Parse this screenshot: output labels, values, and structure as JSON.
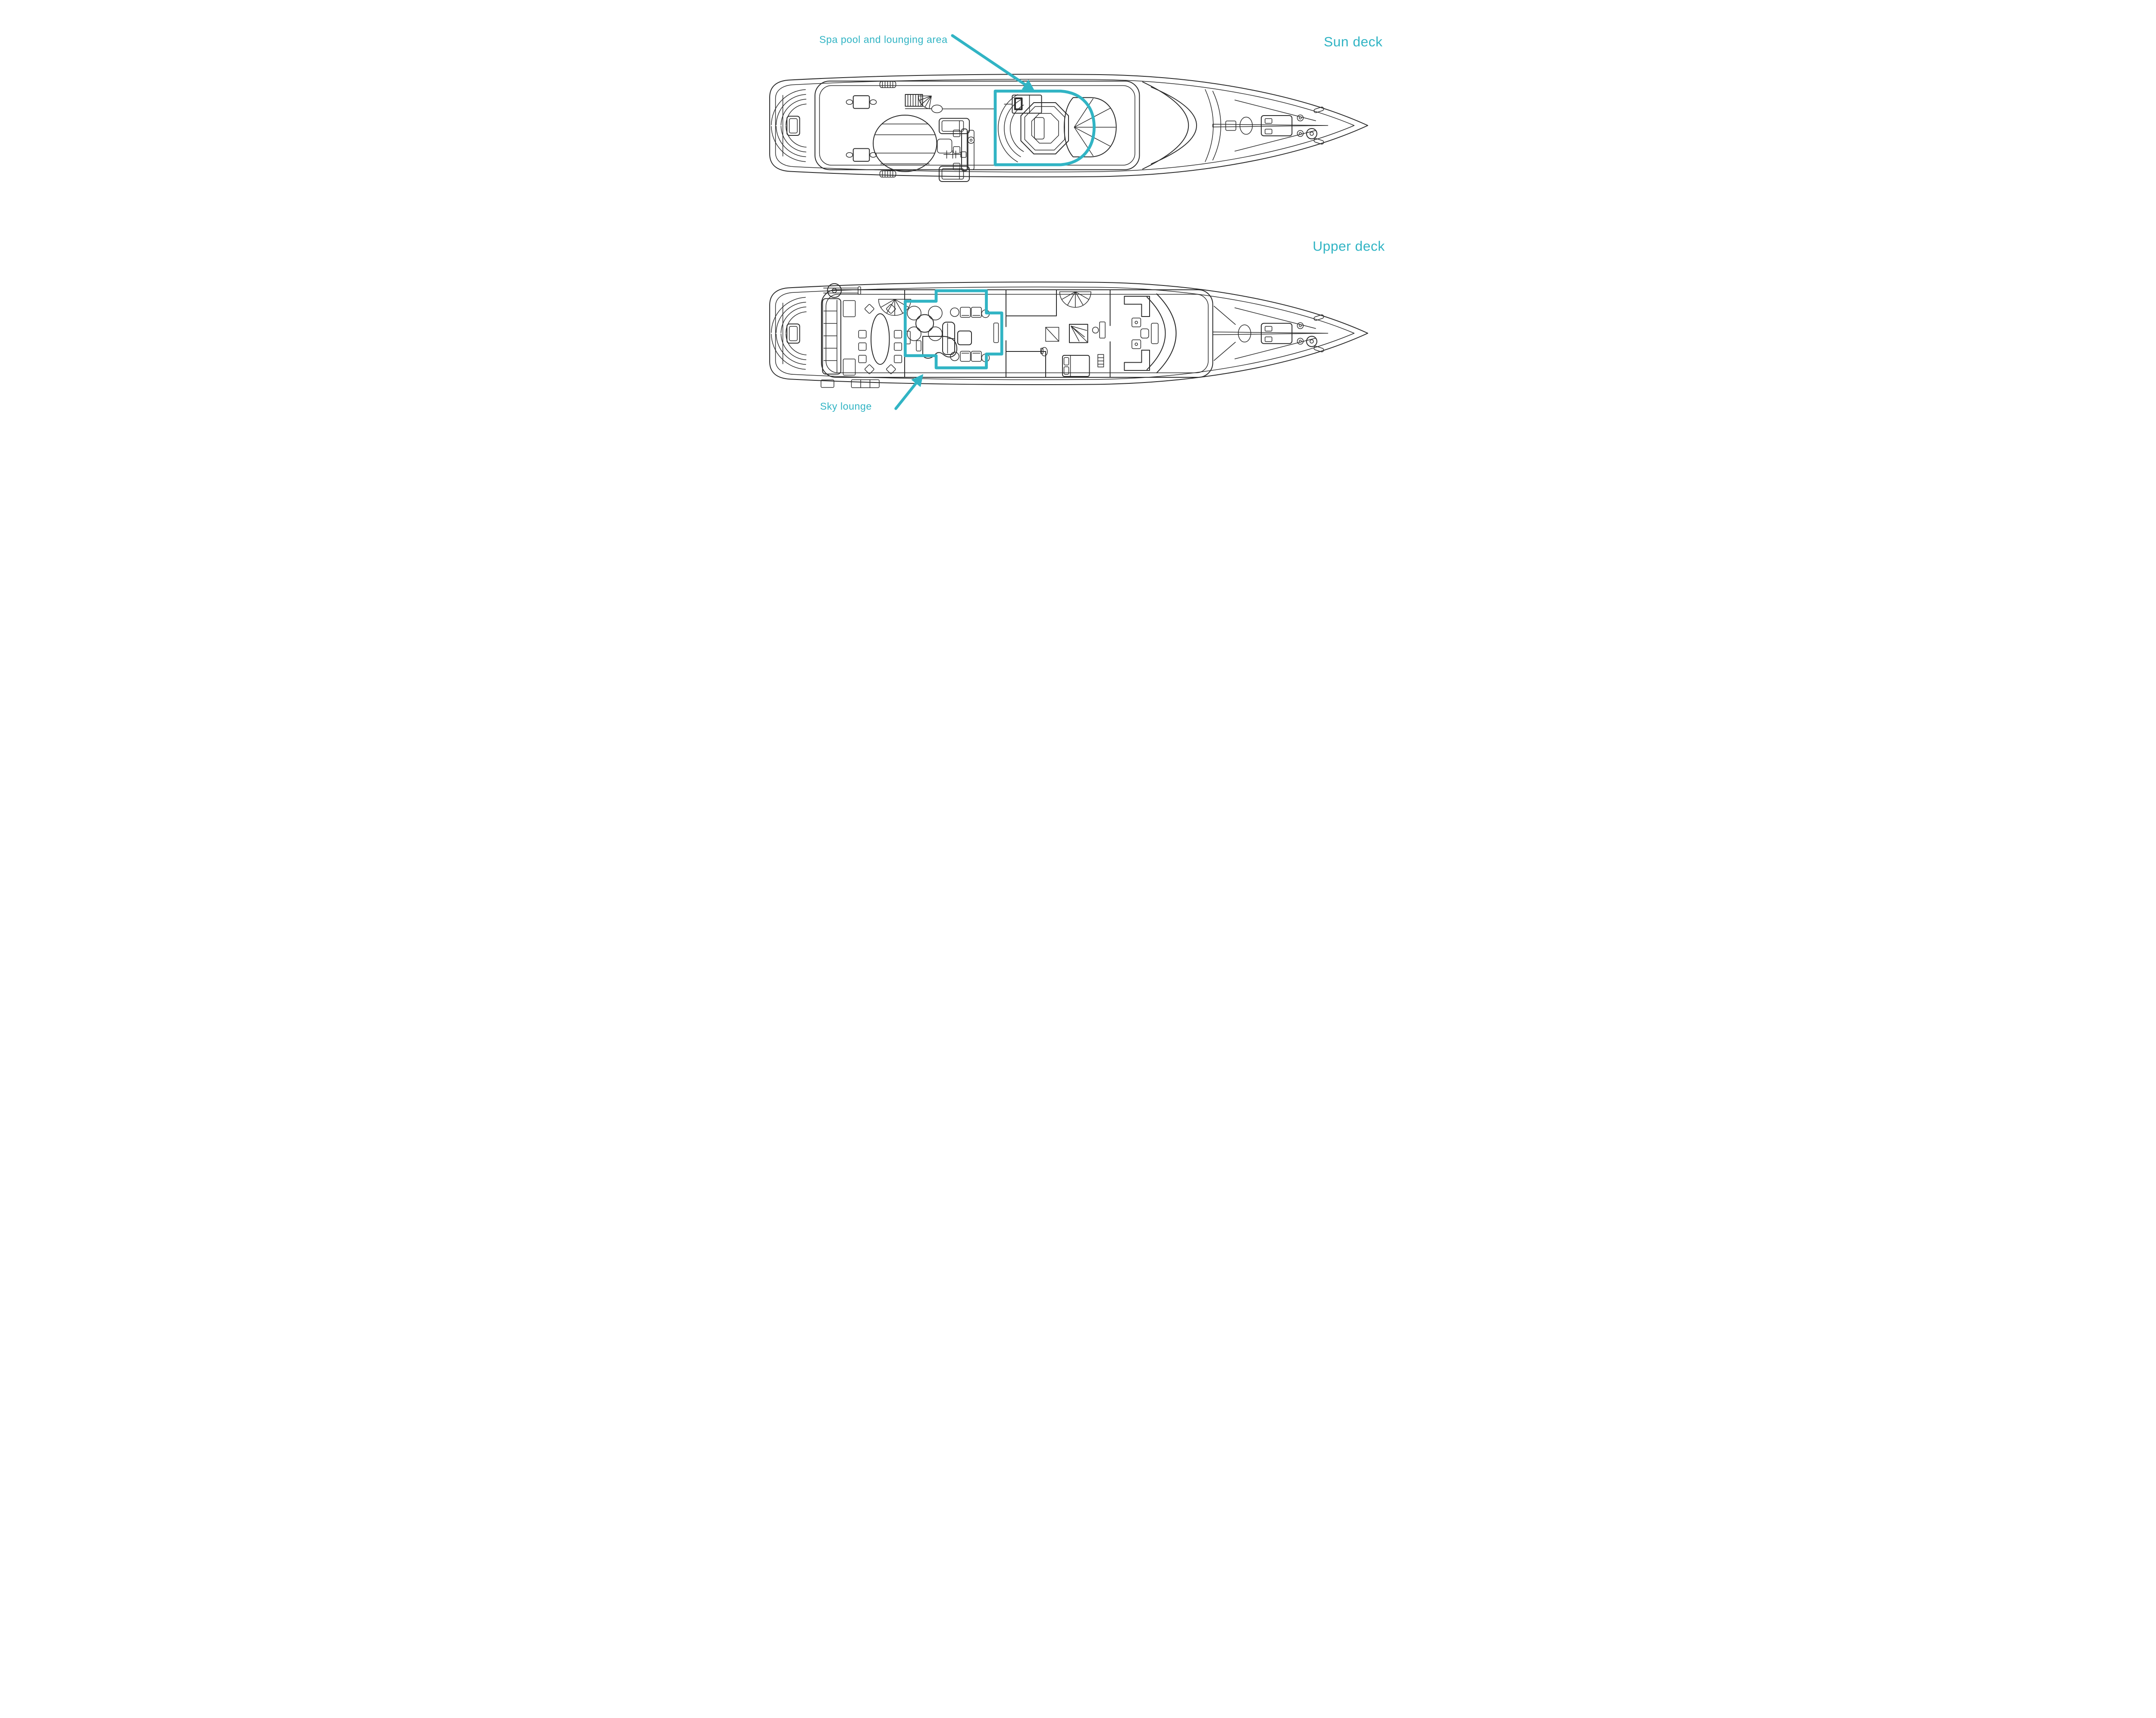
{
  "page": {
    "background_color": "#ffffff",
    "accent_color": "#31b4c4",
    "drawing_color": "#2b2b2b"
  },
  "decks": [
    {
      "title": "Sun deck",
      "annotations": [
        {
          "label": "Spa pool and lounging area"
        }
      ]
    },
    {
      "title": "Upper deck",
      "annotations": [
        {
          "label": "Sky lounge"
        }
      ]
    }
  ]
}
